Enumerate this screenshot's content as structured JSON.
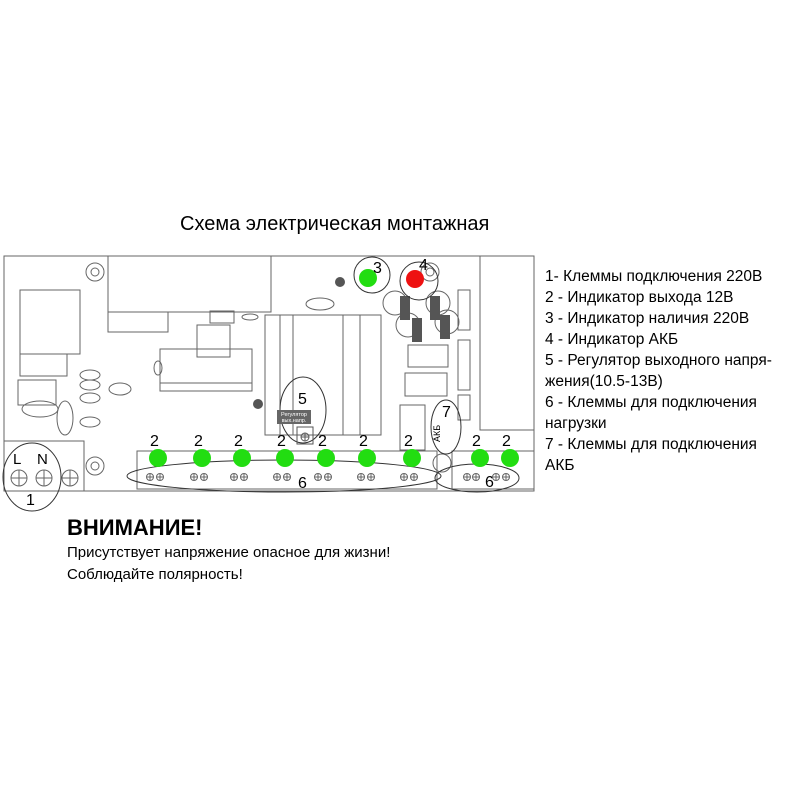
{
  "title": "Схема электрическая монтажная",
  "legend": [
    "1-  Клеммы подключения 220В",
    "2 - Индикатор выхода 12В",
    "3 - Индикатор наличия 220В",
    "4 - Индикатор АКБ",
    "5 - Регулятор выходного напря-",
    "жения(10.5-13В)",
    "6 - Клеммы для подключения",
    "нагрузки",
    "7 - Клеммы для подключения",
    "АКБ"
  ],
  "board": {
    "callouts": {
      "c1": "1",
      "c3": "3",
      "c4": "4",
      "c5": "5",
      "c6a": "6",
      "c6b": "6",
      "c7": "7"
    },
    "indicator_label": "2",
    "terminal_L": "L",
    "terminal_N": "N",
    "regulator_line1": "Регулятор",
    "regulator_line2": "вых.напр.",
    "battery_label": "АКБ",
    "colors": {
      "green": "#22dd11",
      "red": "#ee1111"
    }
  },
  "warning": {
    "title": "ВНИМАНИЕ!",
    "line1": "Присутствует напряжение опасное для жизни!",
    "line2": "Соблюдайте полярность!"
  }
}
